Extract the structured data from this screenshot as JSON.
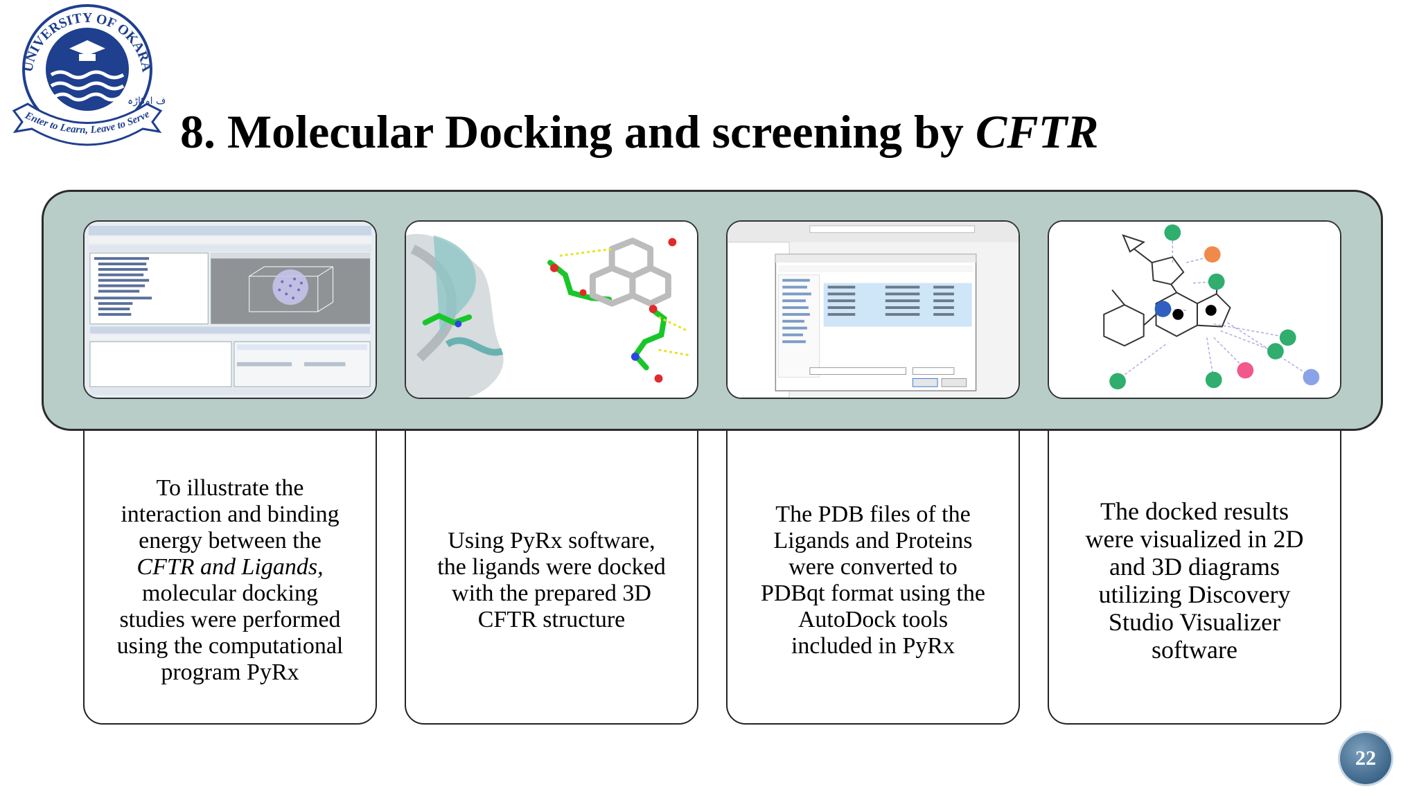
{
  "logo": {
    "arc_text": "UNIVERSITY OF OKARA",
    "motto": "Enter to Learn, Leave to Serve",
    "urdu_text": "یونیورسٹی آف اوکاڑہ"
  },
  "slide": {
    "title_plain": "8. Molecular Docking and screening by ",
    "title_em": "CFTR",
    "page_number": "22"
  },
  "cards": [
    {
      "lines": [
        "To illustrate the",
        "interaction and binding",
        "energy between the",
        "CFTR and Ligands,",
        "molecular docking",
        "studies were performed",
        "using the computational",
        "program PyRx"
      ]
    },
    {
      "lines": [
        "Using PyRx software,",
        "the ligands were docked",
        "with the prepared 3D",
        "CFTR structure"
      ]
    },
    {
      "lines": [
        "The PDB files of the",
        "Ligands and Proteins",
        "were converted to",
        "PDBqt format using the",
        "AutoDock tools",
        "included in PyRx"
      ]
    },
    {
      "lines": [
        "The docked results",
        "were visualized in 2D",
        "and 3D diagrams",
        "utilizing Discovery",
        "Studio Visualizer",
        "software"
      ]
    }
  ],
  "colors": {
    "band": "#b8cdc8",
    "logo_blue": "#1f3f8f",
    "page_badge": "#3d6689"
  }
}
